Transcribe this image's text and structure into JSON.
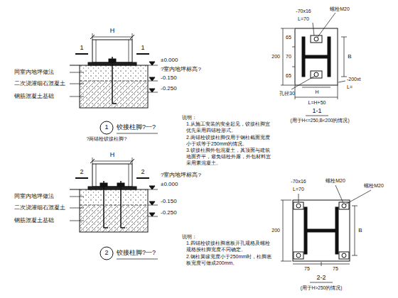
{
  "diagram": {
    "labels": [
      "H",
      "1",
      "1",
      "±0.000",
      "?室内地坪标高?",
      "同室内地坪做法",
      "二次浇灌细石混凝土",
      "钢筋混凝土基础",
      "-0.150",
      "-0.250",
      "铰接柱脚?一?",
      "1",
      "?两锚栓铰接柱脚?",
      "说明：",
      "1.从施工安装的安全起见，铰接柱脚宜优先采用四锚栓形式。",
      "2.两锚栓铰接柱脚仅用于钢柱截面宽度小于或等于250mm的情况。",
      "3.铰接柱脚外包混凝土，其顶面与建筑地面齐平，避免锚栓外露，外包材料宜采用素混凝土。",
      "-70x16",
      "L=70",
      "螺栓M20",
      "200",
      "65",
      "70",
      "65",
      "B",
      "-200xt",
      "L=",
      "孔径30",
      "H",
      "L=H+50",
      "1-1",
      "(用于H<=250,B<200的情况)",
      "H",
      "2",
      "2",
      "±0.000",
      "?室内地坪标高?",
      "同室内地坪做法",
      "二次浇灌细石混凝土",
      "钢筋混凝土基础",
      "-0.150",
      "-0.250",
      "铰接柱脚?一?",
      "2",
      "说明：",
      "1.四锚栓铰接柱脚底板开孔规格及螺栓规格按柱脚宽度不同确定。",
      "2.钢柱翼缘宽度小于250mm时，柱脚底板宽度可做成200mm。",
      "-70x16",
      "L=70",
      "螺栓M20",
      "螺栓M20",
      "200",
      "B",
      "75",
      "75",
      "2-2",
      "(用于H>250的情况)"
    ]
  }
}
